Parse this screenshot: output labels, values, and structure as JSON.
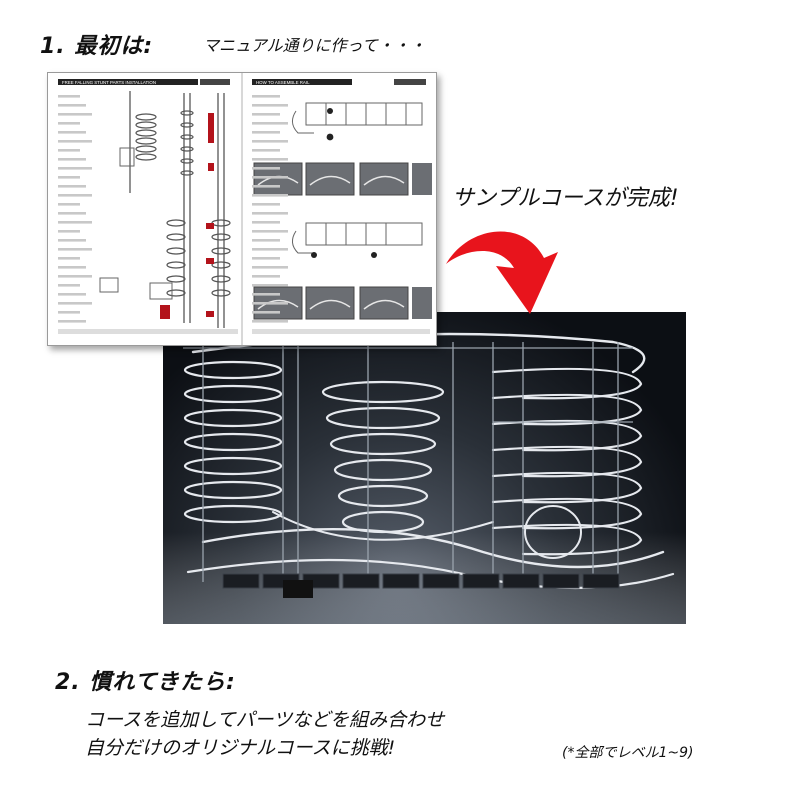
{
  "step1": {
    "title": "1. 最初は:",
    "subtitle": "マニュアル通りに作って・・・"
  },
  "manual": {
    "left_header": "FREE FALLING STUNT PARTS INSTALLATION",
    "right_header": "HOW TO ASSEMBLE RAIL"
  },
  "complete_text": "サンプルコースが完成!",
  "step2": {
    "title": "2. 慣れてきたら:",
    "line1": "コースを追加してパーツなどを組み合わせ",
    "line2": "自分だけのオリジナルコースに挑戦!",
    "note": "(*全部でレベル1~9)"
  },
  "colors": {
    "arrow": "#e8141c",
    "photo_bg": "#10141a",
    "rail": "#e6e9ee",
    "manual_header": "#b3131b"
  },
  "icons": [
    "curved-arrow-icon"
  ]
}
